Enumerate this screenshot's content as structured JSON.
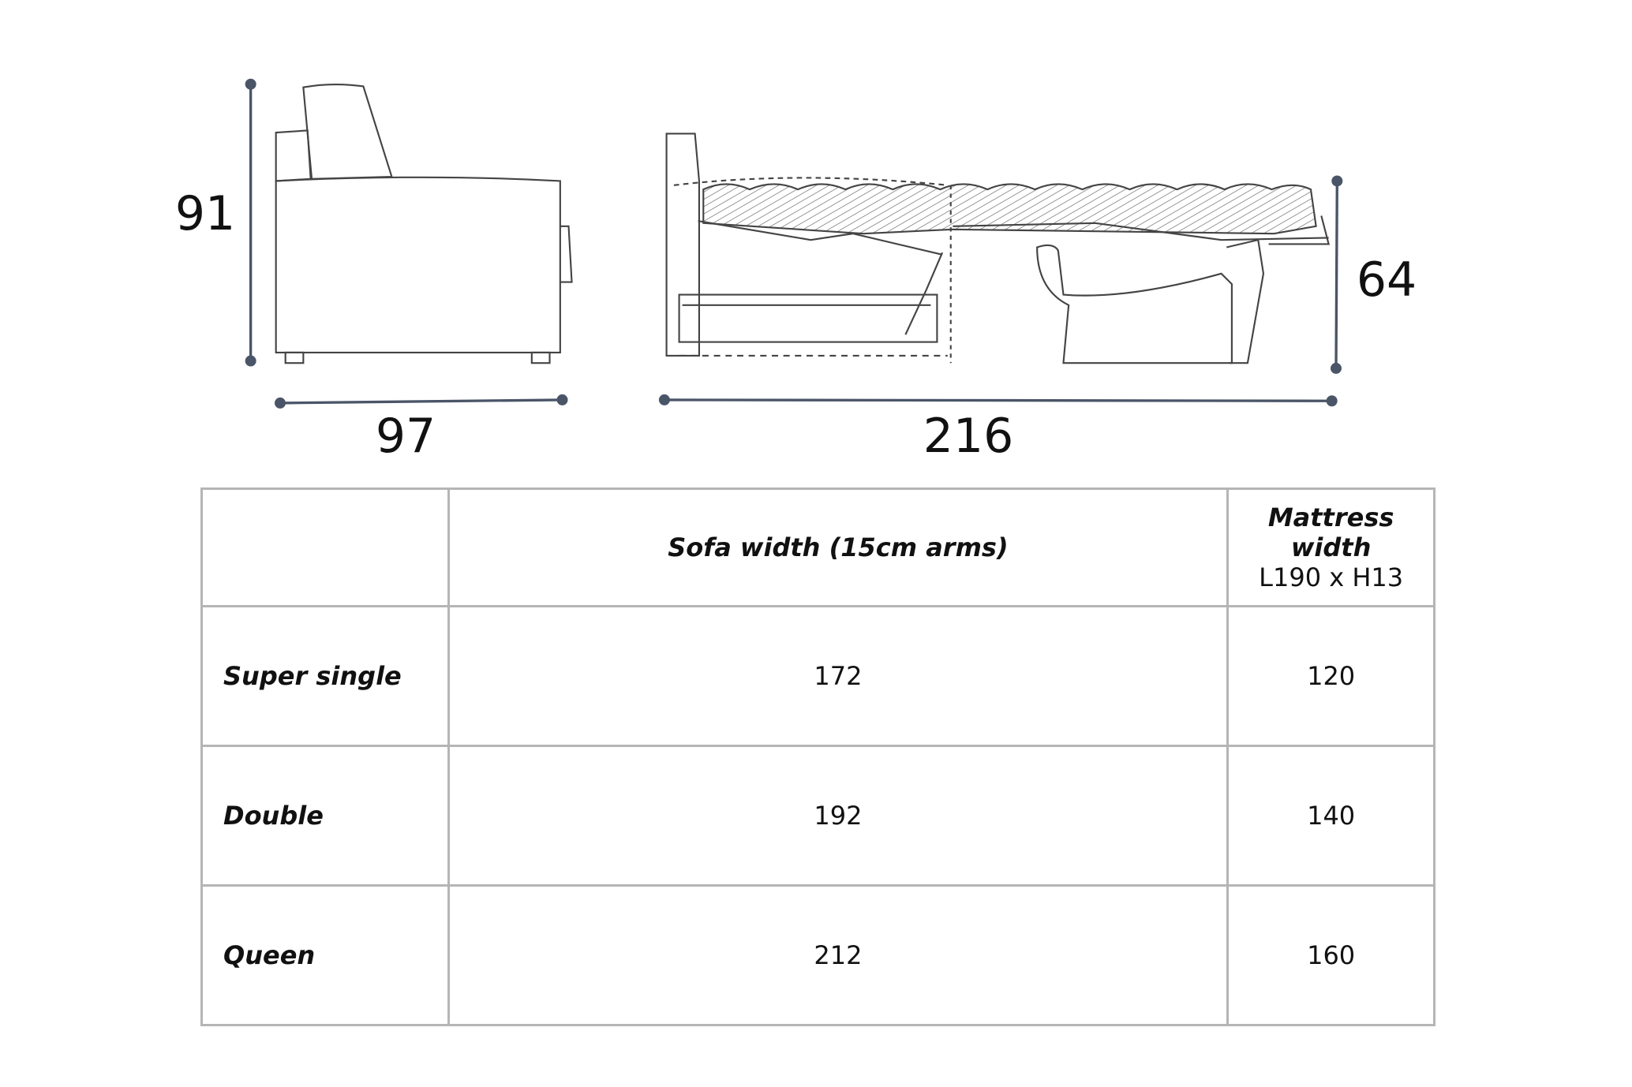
{
  "dimensions": {
    "side_height": "91",
    "side_depth": "97",
    "open_length": "216",
    "open_height": "64"
  },
  "table": {
    "headers": {
      "empty": "",
      "sofa_width": "Sofa width (15cm arms)",
      "mattress_title": "Mattress width",
      "mattress_sub": "L190 x H13"
    },
    "rows": [
      {
        "label": "Super single",
        "sofa_width": "172",
        "mattress_width": "120"
      },
      {
        "label": "Double",
        "sofa_width": "192",
        "mattress_width": "140"
      },
      {
        "label": "Queen",
        "sofa_width": "212",
        "mattress_width": "160"
      }
    ]
  },
  "colors": {
    "dimension_line": "#4a5568",
    "outline": "#444444",
    "grid": "#b5b5b5"
  }
}
